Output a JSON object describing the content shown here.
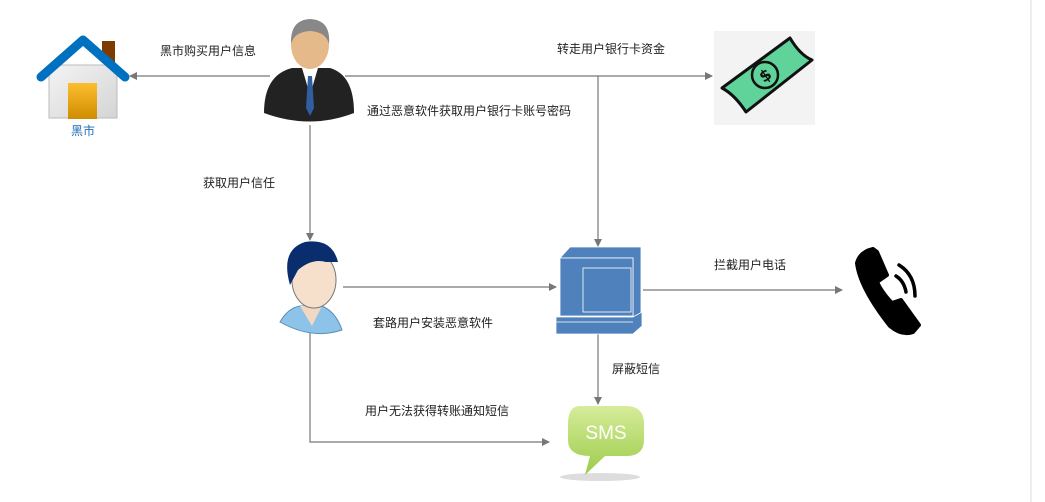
{
  "nodes": {
    "black_market": "黑市",
    "sms": "SMS"
  },
  "edges": {
    "buy_info": "黑市购买用户信息",
    "transfer_funds": "转走用户银行卡资金",
    "steal_credentials": "通过恶意软件获取用户银行卡账号密码",
    "gain_trust": "获取用户信任",
    "trick_install": "套路用户安装恶意软件",
    "intercept_calls": "拦截用户电话",
    "block_sms": "屏蔽短信",
    "no_notification": "用户无法获得转账通知短信"
  },
  "colors": {
    "line": "#777777",
    "house_roof": "#0070c0",
    "computer": "#4f81bd",
    "sms": "#a6d15a",
    "money": "#5fd39a"
  }
}
